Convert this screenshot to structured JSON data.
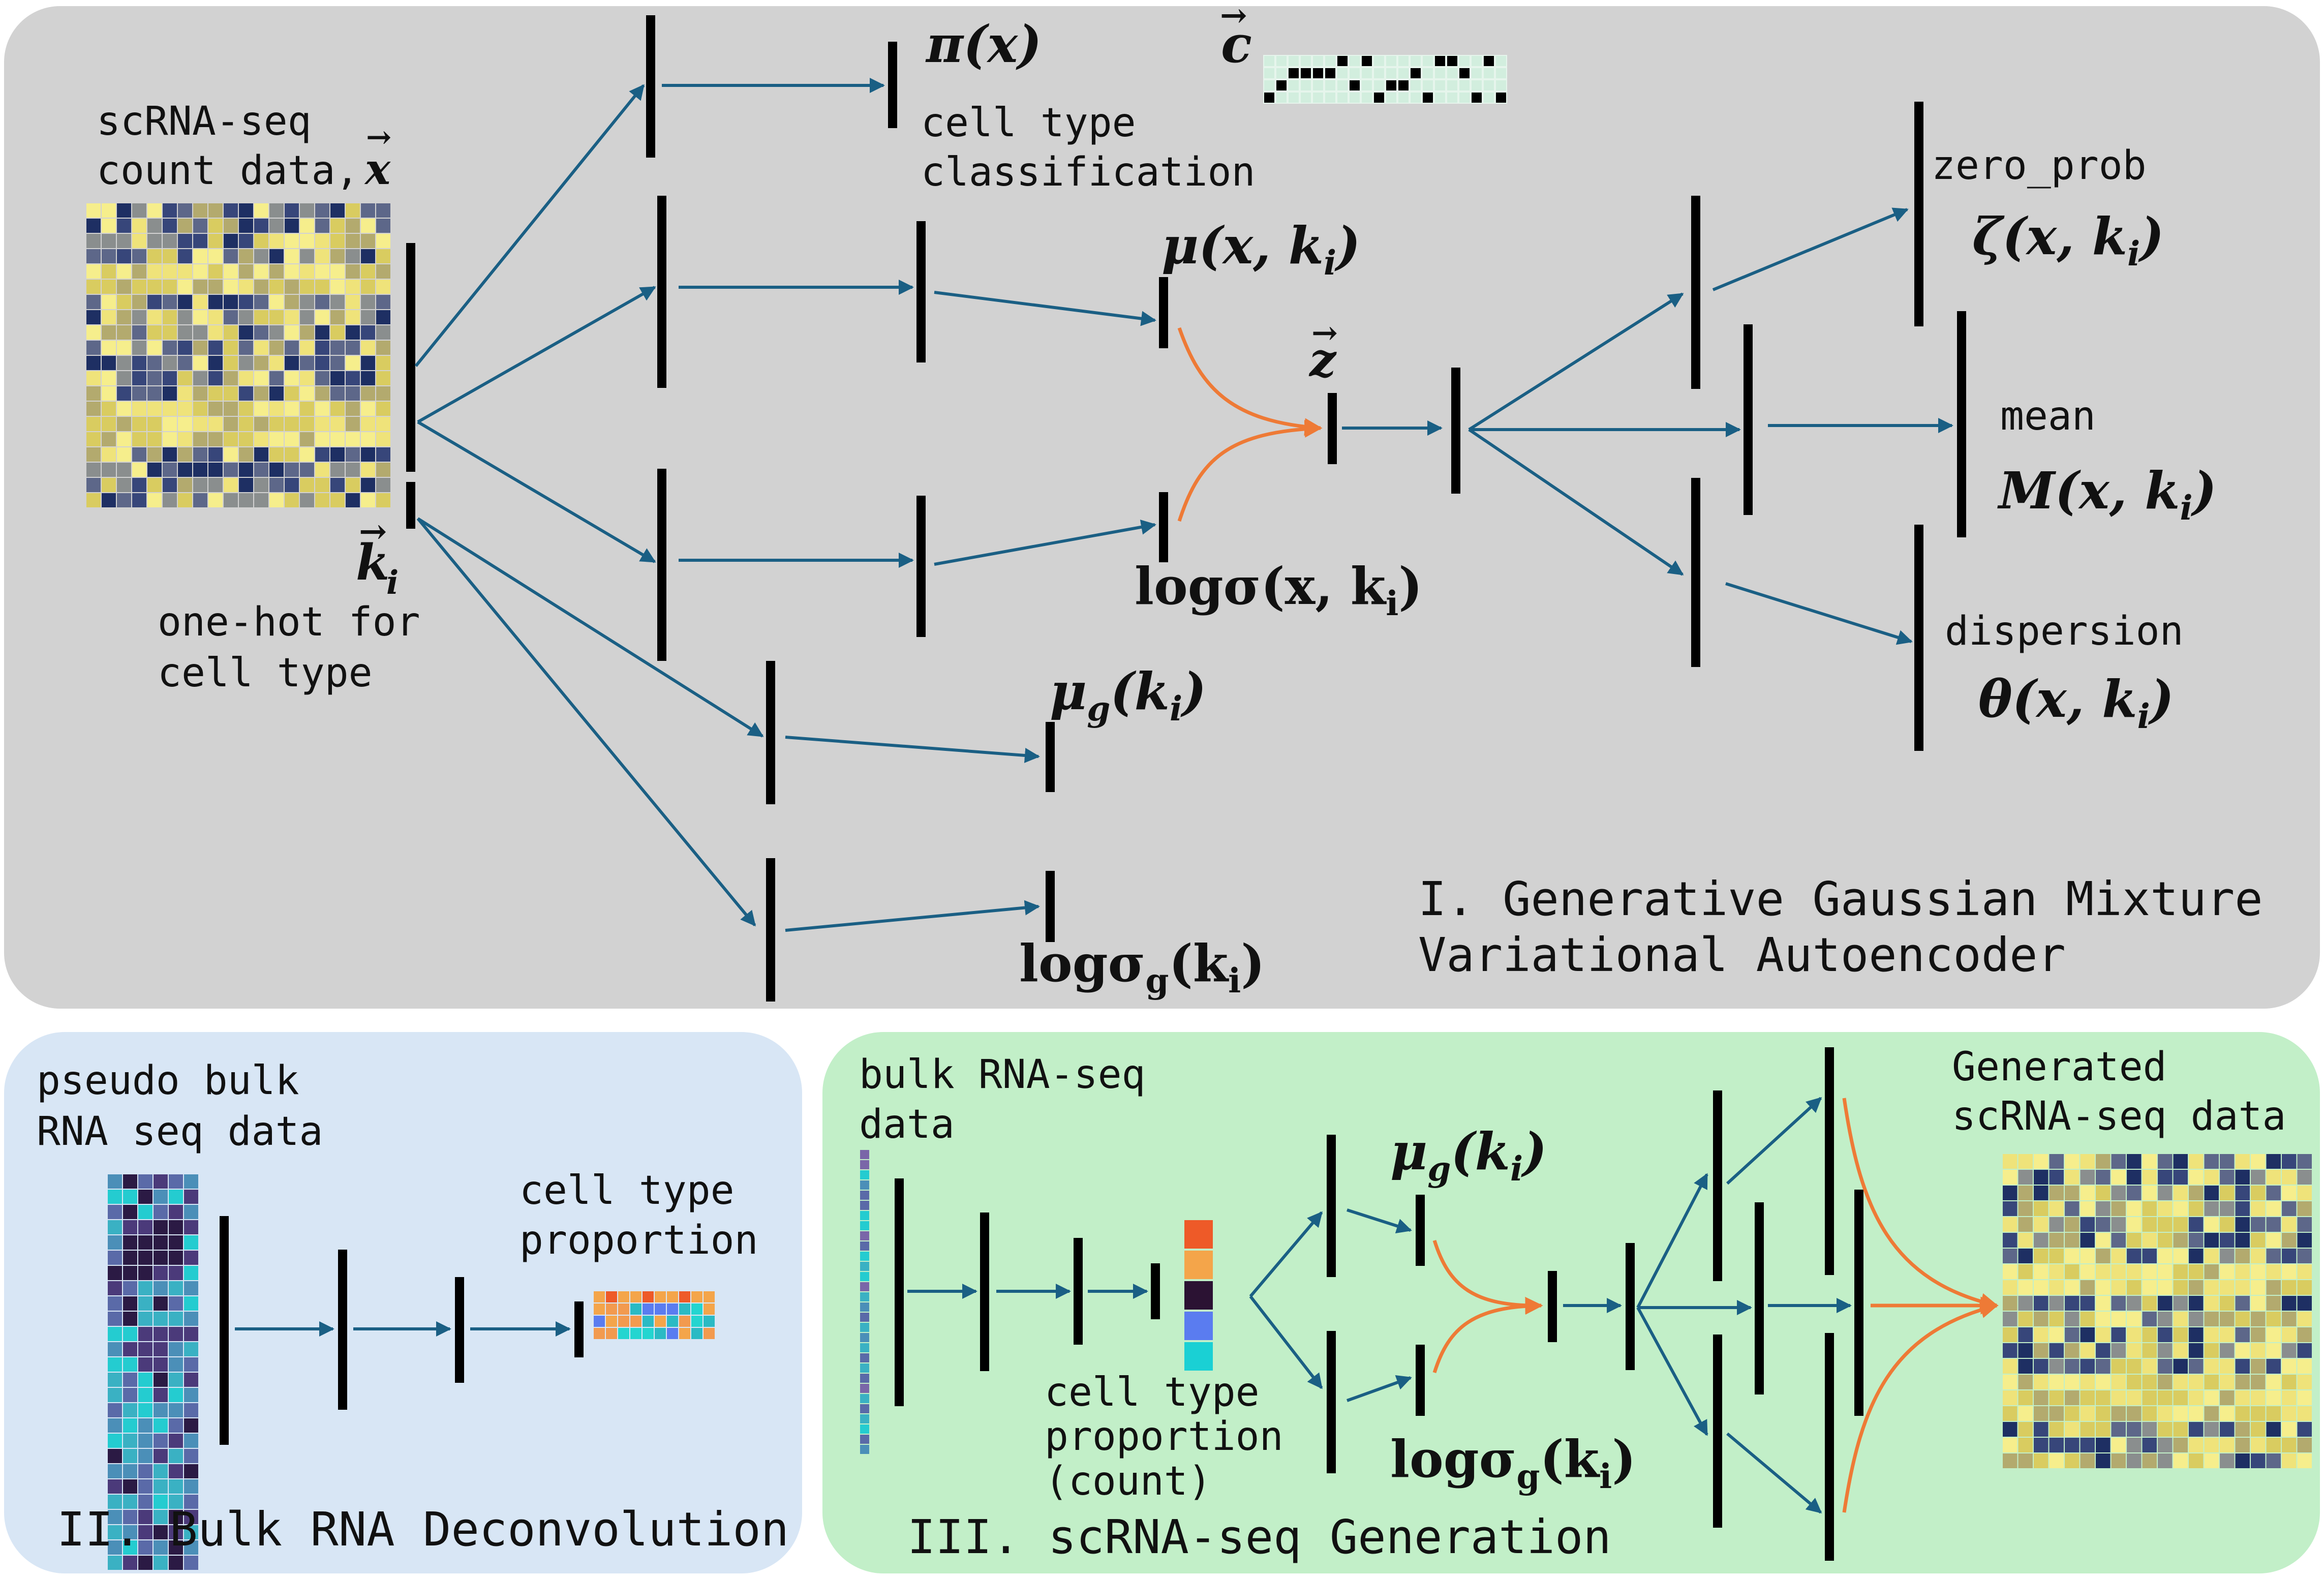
{
  "colors": {
    "panel1_bg": "#d2d2d2",
    "panel2_bg": "#d8e6f5",
    "panel3_bg": "#c2efc8",
    "arrow": "#1a5f84",
    "reparam": "#ee7a36",
    "layer": "#000000"
  },
  "panel1": {
    "title_line1": "I. Generative Gaussian Mixture",
    "title_line2": "Variational Autoencoder",
    "input_label_line1": "scRNA-seq",
    "input_label_line2": "count data,",
    "input_symbol": "x",
    "onehot_symbol": "k",
    "onehot_sub": "i",
    "onehot_label_line1": "one-hot for",
    "onehot_label_line2": "cell type",
    "pi_symbol": "π(x)",
    "classification_line1": "cell type",
    "classification_line2": "classification",
    "c_symbol": "c",
    "mu_symbol": "μ(x, k",
    "mu_sub": "i",
    "logsigma_symbol": "logσ(x, k",
    "logsigma_sub": "i",
    "z_symbol": "z",
    "mug_symbol": "μ",
    "mug_sub": "g",
    "mug_arg": "(k",
    "mug_arg_sub": "i",
    "logsigmag_symbol": "logσ",
    "logsigmag_sub": "g",
    "logsigmag_arg": "(k",
    "logsigmag_arg_sub": "i",
    "zero_prob_label": "zero_prob",
    "zeta_symbol": "ζ(x, k",
    "zeta_sub": "i",
    "mean_label": "mean",
    "M_symbol": "M(x, k",
    "M_sub": "i",
    "dispersion_label": "dispersion",
    "theta_symbol": "θ(x, k",
    "theta_sub": "i"
  },
  "panel2": {
    "title": "II. Bulk RNA Deconvolution",
    "input_line1": "pseudo bulk",
    "input_line2": "RNA seq data",
    "output_line1": "cell type",
    "output_line2": "proportion"
  },
  "panel3": {
    "title": "III. scRNA-seq Generation",
    "input_line1": "bulk RNA-seq",
    "input_line2": "data",
    "prop_line1": "cell type",
    "prop_line2": "proportion",
    "prop_line3": "(count)",
    "mug_symbol": "μ",
    "mug_sub": "g",
    "mug_arg": "(k",
    "mug_arg_sub": "i",
    "logsigmag_symbol": "logσ",
    "logsigmag_sub": "g",
    "logsigmag_arg": "(k",
    "logsigmag_arg_sub": "i",
    "output_line1": "Generated",
    "output_line2": "scRNA-seq data",
    "prop_colors": [
      "#ee5a28",
      "#f4a54a",
      "#2b1233",
      "#5a7cf0",
      "#1ad0d4"
    ]
  }
}
